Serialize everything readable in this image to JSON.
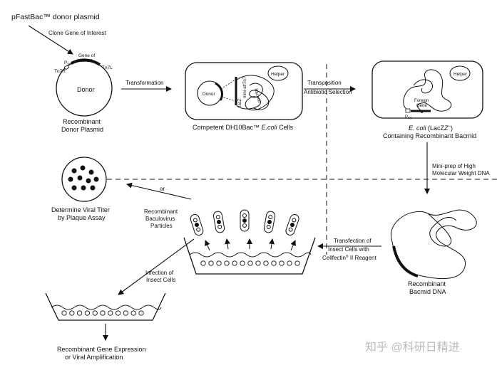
{
  "title": "pFastBac™ donor plasmid",
  "labels": {
    "clone_gene": "Clone Gene of Interest",
    "donor_gene_top": "Gene of",
    "donor_gene_bottom": "Interest",
    "p_ph": "P",
    "p_ph_sub": "PH",
    "tn7r": "Tn7R",
    "tn7l": "Tn7L",
    "donor": "Donor",
    "donor_plasmid_1": "Recombinant",
    "donor_plasmid_2": "Donor Plasmid",
    "transformation": "Transformation",
    "ecoli_donor": "Donor",
    "helper": "Helper",
    "lacz": "lacZ",
    "mini_att": "mini-attTn7",
    "bacmid": "Bacmid",
    "competent_1": "Competent DH10Bac™ ",
    "competent_2": "E.coli",
    "competent_3": " Cells",
    "transposition": "Transposition",
    "antibiotic": "Antibiotic Selection",
    "helper2": "Helper",
    "foreign_gene_1": "Foreign",
    "foreign_gene_2": "Gene",
    "p_ph2": "P",
    "p_ph2_sub": "PH",
    "ecoli_lac_1": "E. coli",
    "ecoli_lac_2": " (LacZ",
    "ecoli_lac_3": ")",
    "containing": "Containing Recombinant Bacmid",
    "miniprep_1": "Mini-prep of High",
    "miniprep_2": "Molecular Weight DNA",
    "recomb_bacmid_1": "Recombinant",
    "recomb_bacmid_2": "Bacmid DNA",
    "transfection_1": "Transfection of",
    "transfection_2": "Insect Cells with",
    "transfection_3": "Cellfectin",
    "transfection_4": " II Reagent",
    "rbp_1": "Recombinant",
    "rbp_2": "Baculovirus",
    "rbp_3": "Particles",
    "or": "or",
    "titer_1": "Determine Viral Titer",
    "titer_2": "by Plaque Assay",
    "infection_1": "Infection of",
    "infection_2": "Insect Cells",
    "expression_1": "Recombinant Gene Expression",
    "expression_2": "or Viral Amplification"
  },
  "watermark": "知乎 @科研日精进"
}
